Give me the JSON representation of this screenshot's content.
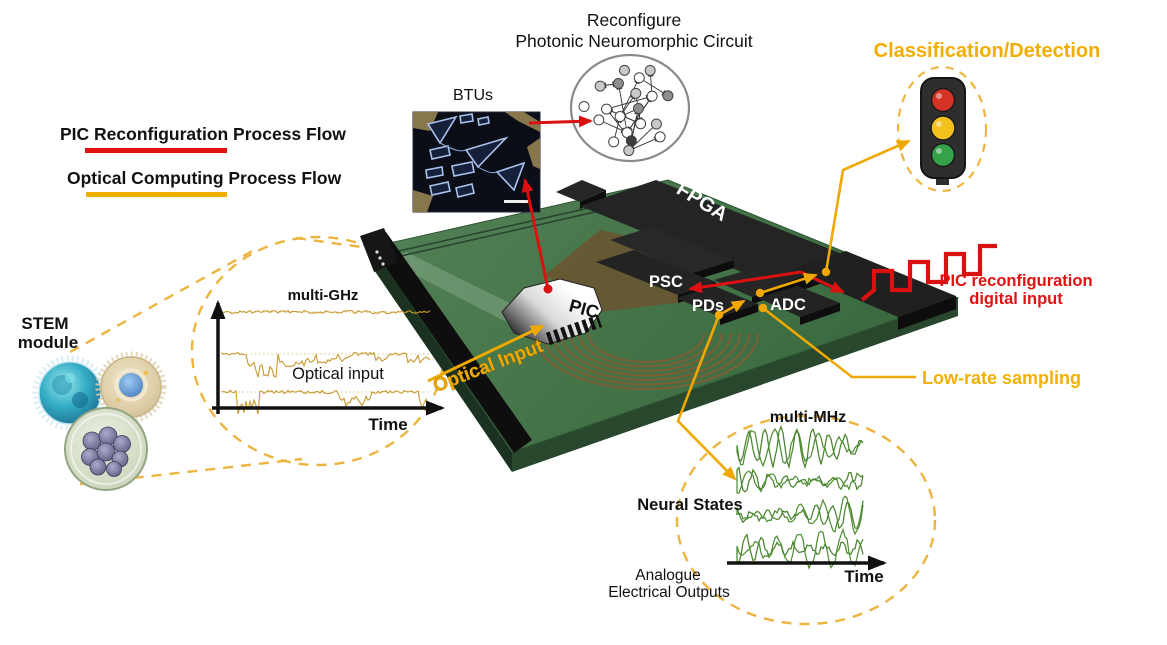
{
  "title": {
    "line1": "Reconfigure",
    "line2": "Photonic Neuromorphic Circuit"
  },
  "legend": {
    "item1": "PIC Reconfiguration Process Flow",
    "item2": "Optical Computing Process Flow"
  },
  "btu": {
    "label": "BTUs"
  },
  "classification": {
    "label": "Classification/Detection"
  },
  "stem": {
    "line1": "STEM",
    "line2": "module"
  },
  "optical_plot": {
    "rate_label": "multi-GHz",
    "signal_label": "Optical input",
    "axis_label": "Time"
  },
  "board": {
    "optical_input_label": "Optical Input",
    "chips": {
      "pic": "PIC",
      "psc": "PSC",
      "pds": "PDs",
      "adc": "ADC",
      "fpga": "FPGA"
    }
  },
  "digital_input": {
    "line1": "PIC reconfiguration",
    "line2": "digital input"
  },
  "sampling": {
    "label": "Low-rate sampling"
  },
  "neural_plot": {
    "rate_label": "multi-MHz",
    "states_label": "Neural States",
    "axis_label": "Time",
    "output_line1": "Analogue",
    "output_line2": "Electrical Outputs"
  },
  "colors": {
    "flow_red": "#D91111",
    "flow_yellow": "#EFA800",
    "dash_yellow": "#EDB43F",
    "board_green": "#46764B",
    "chip_black": "#232323",
    "gold_trace": "#C9992E",
    "green_wave": "#478A2B",
    "traffic_red": "#D63327",
    "traffic_yellow": "#F4C11E",
    "traffic_green": "#35A14A"
  }
}
